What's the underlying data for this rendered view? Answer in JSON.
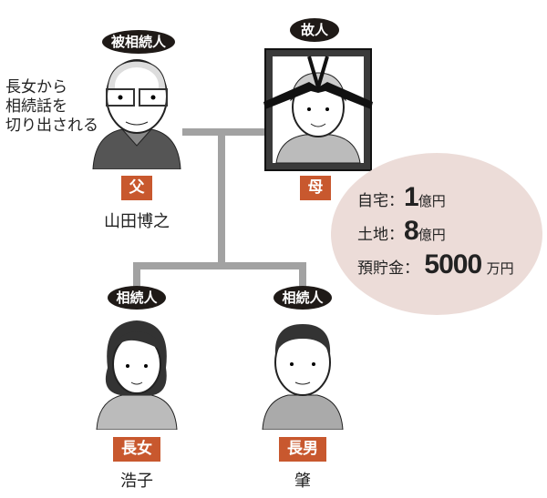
{
  "father": {
    "badge": "被相続人",
    "role": "父",
    "name": "山田博之",
    "note": [
      "長女から",
      "相続話を",
      "切り出される"
    ]
  },
  "mother": {
    "badge": "故人",
    "role": "母"
  },
  "assets": [
    {
      "label": "自宅：",
      "value": "1",
      "unit": "億円"
    },
    {
      "label": "土地：",
      "value": "8",
      "unit": "億円"
    },
    {
      "label": "預貯金：",
      "value": "5000",
      "unit": "万円"
    }
  ],
  "daughter": {
    "badge": "相続人",
    "role": "長女",
    "name": "浩子"
  },
  "son": {
    "badge": "相続人",
    "role": "長男",
    "name": "肇"
  },
  "colors": {
    "role": "#c8582e",
    "badge": "#1f1a17",
    "ellipse": "#ecdcd8",
    "line": "#a2a2a2"
  }
}
